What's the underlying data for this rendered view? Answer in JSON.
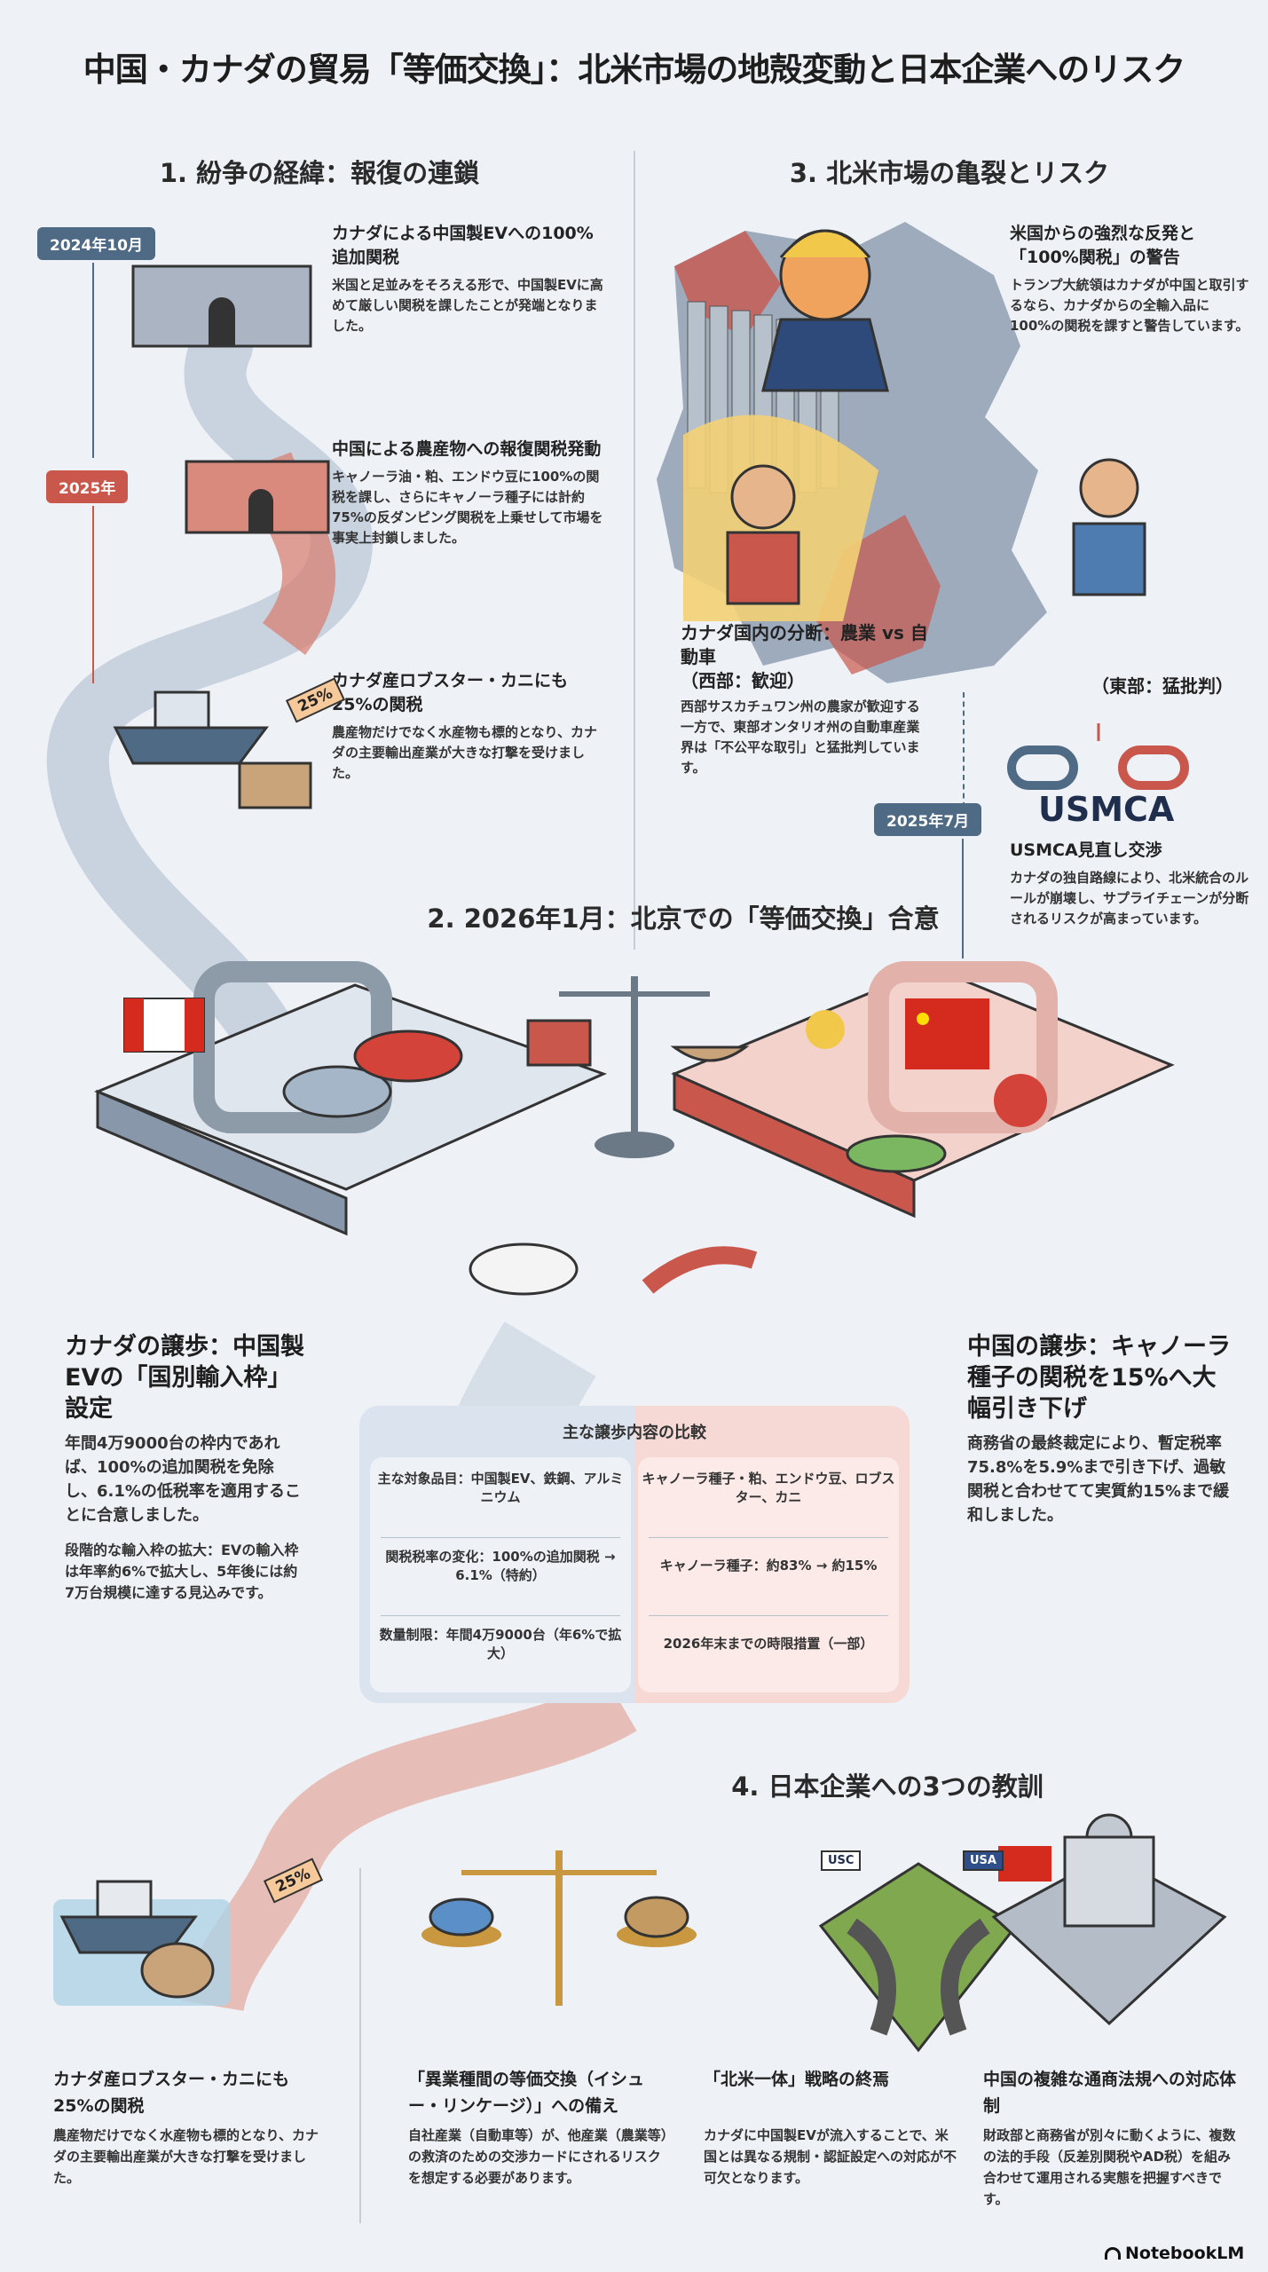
{
  "title": "中国・カナダの貿易「等価交換」：北米市場の地殻変動と日本企業へのリスク",
  "section1": {
    "heading": "1. 紛争の経緯：報復の連鎖",
    "badges": [
      "2024年10月",
      "2025年"
    ],
    "items": [
      {
        "heading": "カナダによる中国製EVへの100%追加関税",
        "text": "米国と足並みをそろえる形で、中国製EVに高めて厳しい関税を課したことが発端となりました。"
      },
      {
        "heading": "中国による農産物への報復関税発動",
        "text": "キャノーラ油・粕、エンドウ豆に100%の関税を課し、さらにキャノーラ種子には計約75%の反ダンピング関税を上乗せして市場を事実上封鎖しました。"
      },
      {
        "heading": "カナダ産ロブスター・カニにも25%の関税",
        "text": "農産物だけでなく水産物も標的となり、カナダの主要輸出産業が大きな打撃を受けました。",
        "tag": "25%"
      }
    ]
  },
  "section3": {
    "heading": "3. 北米市場の亀裂とリスク",
    "us": {
      "heading": "米国からの強烈な反発と「100%関税」の警告",
      "text": "トランプ大統領はカナダが中国と取引するなら、カナダからの全輸入品に100%の関税を課すと警告しています。"
    },
    "split": {
      "heading": "カナダ国内の分断：農業 vs 自動車",
      "west": "（西部：歓迎）",
      "east": "（東部：猛批判）",
      "text": "西部サスカチュワン州の農家が歓迎する一方で、東部オンタリオ州の自動車産業界は「不公平な取引」と猛批判しています。"
    },
    "badge": "2025年7月",
    "usmca": {
      "logo": "USMCA",
      "heading": "USMCA見直し交渉",
      "text": "カナダの独自路線により、北米統合のルールが崩壊し、サプライチェーンが分断されるリスクが高まっています。"
    }
  },
  "section2": {
    "heading": "2. 2026年1月：北京での「等価交換」合意",
    "canada": {
      "heading": "カナダの譲歩：中国製EVの「国別輸入枠」設定",
      "text": "年間4万9000台の枠内であれば、100%の追加関税を免除し、6.1%の低税率を適用することに合意しました。",
      "text2": "段階的な輸入枠の拡大：EVの輸入枠は年率約6%で拡大し、5年後には約7万台規模に達する見込みです。"
    },
    "china": {
      "heading": "中国の譲歩：キャノーラ種子の関税を15%へ大幅引き下げ",
      "text": "商務省の最終裁定により、暫定税率75.8%を5.9%まで引き下げ、過敏関税と合わせてて実質約15%まで緩和しました。"
    },
    "table": {
      "title": "主な譲歩内容の比較",
      "left": [
        "主な対象品目：中国製EV、鉄鋼、アルミニウム",
        "関税税率の変化：100%の追加関税 → 6.1%（特約）",
        "数量制限：年間4万9000台（年6%で拡大）"
      ],
      "right": [
        "キャノーラ種子・粕、エンドウ豆、ロブスター、カニ",
        "キャノーラ種子：約83% → 約15%",
        "2026年末までの時限措置（一部）"
      ]
    }
  },
  "section4": {
    "heading": "4. 日本企業への3つの教訓",
    "recap": {
      "heading": "カナダ産ロブスター・カニにも25%の関税",
      "text": "農産物だけでなく水産物も標的となり、カナダの主要輸出産業が大きな打撃を受けました。",
      "tag": "25%"
    },
    "lessons": [
      {
        "heading": "「異業種間の等価交換（イシュー・リンケージ）」への備え",
        "text": "自社産業（自動車等）が、他産業（農業等）の救済のための交渉カードにされるリスクを想定する必要があります。"
      },
      {
        "heading": "「北米一体」戦略の終焉",
        "text": "カナダに中国製EVが流入することで、米国とは異なる規制・認証設定への対応が不可欠となります。",
        "signs": [
          "USC",
          "USA"
        ]
      },
      {
        "heading": "中国の複雑な通商法規への対応体制",
        "text": "財政部と商務省が別々に動くように、複数の法的手段（反差別関税やAD税）を組み合わせて運用される実態を把握すべきです。"
      }
    ]
  },
  "footer": {
    "brand": "NotebookLM"
  },
  "colors": {
    "blue": "#4e6a84",
    "red": "#c9574c",
    "bg": "#eef1f5"
  }
}
